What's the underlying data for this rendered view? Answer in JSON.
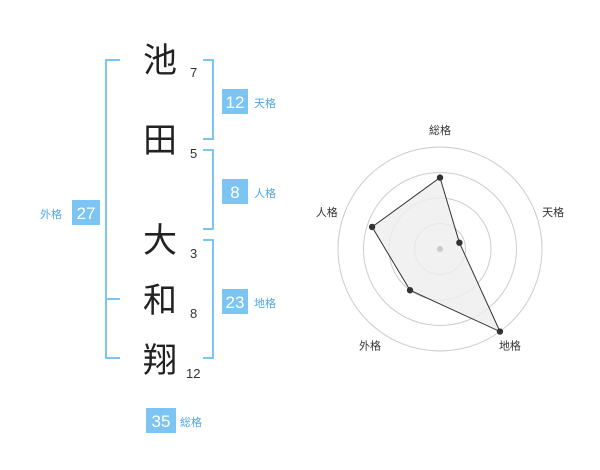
{
  "name": {
    "chars": [
      {
        "char": "池",
        "strokes": "7"
      },
      {
        "char": "田",
        "strokes": "5"
      },
      {
        "char": "大",
        "strokes": "3"
      },
      {
        "char": "和",
        "strokes": "8"
      },
      {
        "char": "翔",
        "strokes": "12"
      }
    ]
  },
  "grids": {
    "tenkaku": {
      "value": "12",
      "label": "天格"
    },
    "jinkaku": {
      "value": "8",
      "label": "人格"
    },
    "chikaku": {
      "value": "23",
      "label": "地格"
    },
    "gaikaku": {
      "value": "27",
      "label": "外格"
    },
    "soukaku": {
      "value": "35",
      "label": "総格"
    }
  },
  "chart_data": {
    "type": "radar",
    "axes": [
      "総格",
      "天格",
      "地格",
      "外格",
      "人格"
    ],
    "values": [
      3.5,
      1,
      5,
      2.5,
      3.5
    ],
    "max": 5,
    "rings": 4
  },
  "colors": {
    "accent": "#7cc4f2",
    "accent_text": "#4ea6e6",
    "radar_fill": "#eeeeee",
    "ring": "#cccccc"
  }
}
